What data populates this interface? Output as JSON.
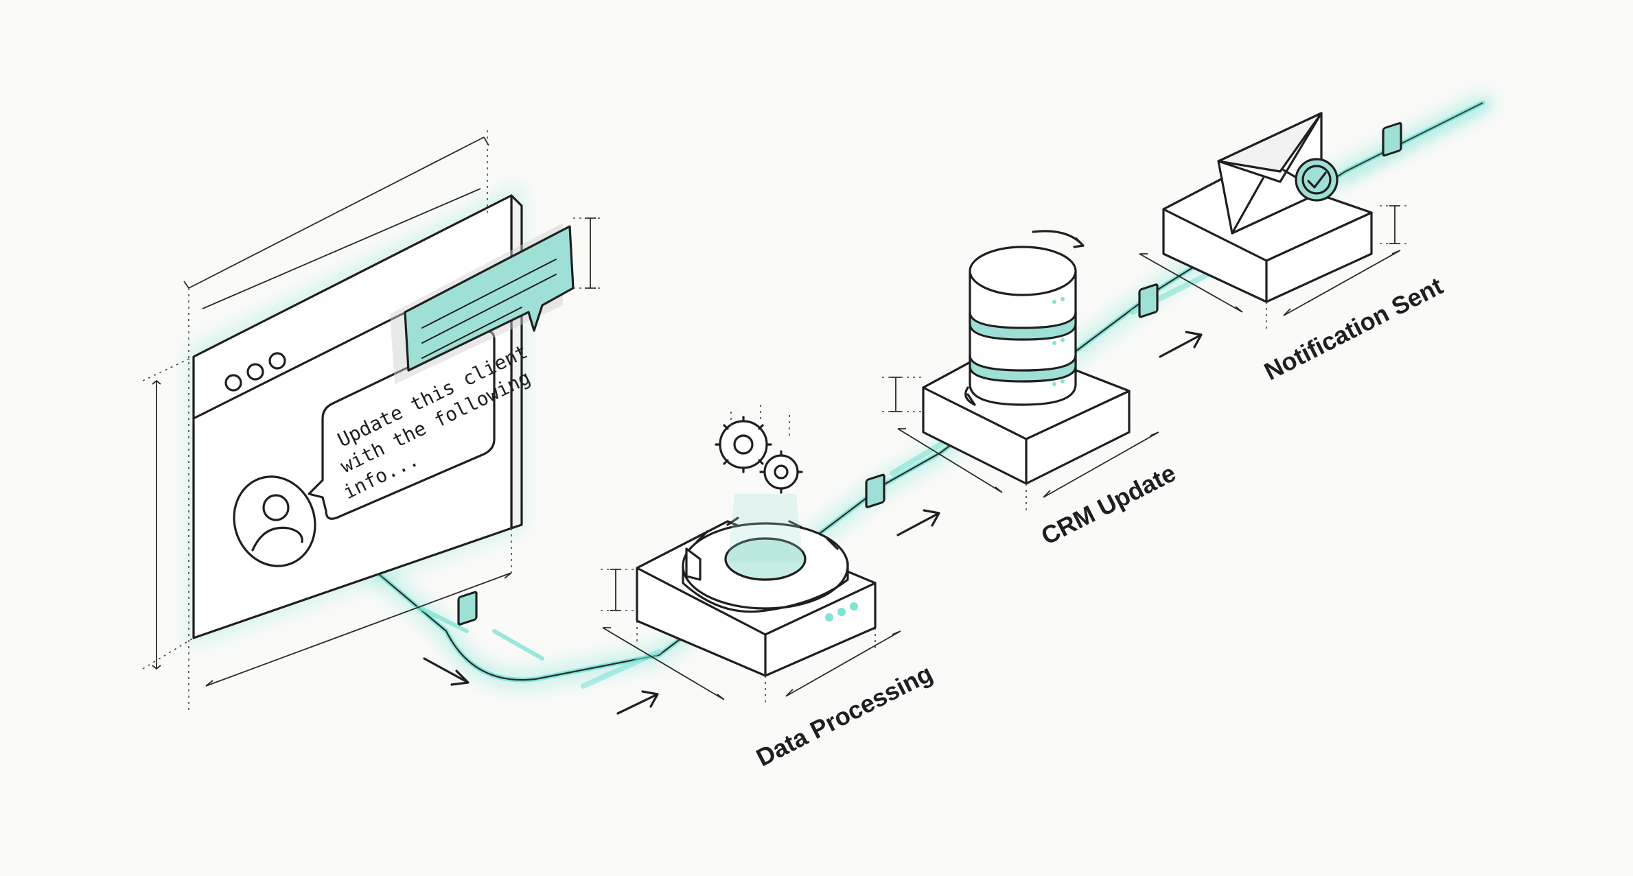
{
  "stages": [
    {
      "id": "input",
      "message": [
        "Update this client",
        "with the following",
        "info..."
      ]
    },
    {
      "id": "processing",
      "label": "Data Processing"
    },
    {
      "id": "crm",
      "label": "CRM Update"
    },
    {
      "id": "notification",
      "label": "Notification Sent"
    }
  ],
  "colors": {
    "accent": "#7fe3d5",
    "accent_fill": "#9fe0d6",
    "line": "#1f1f1f",
    "background": "#fafaf8"
  },
  "icons": [
    "browser-window-icon",
    "chat-bubble-icon",
    "user-avatar-icon",
    "gear-icon",
    "database-icon",
    "envelope-icon",
    "check-badge-icon",
    "document-packet-icon",
    "arrow-icon"
  ]
}
